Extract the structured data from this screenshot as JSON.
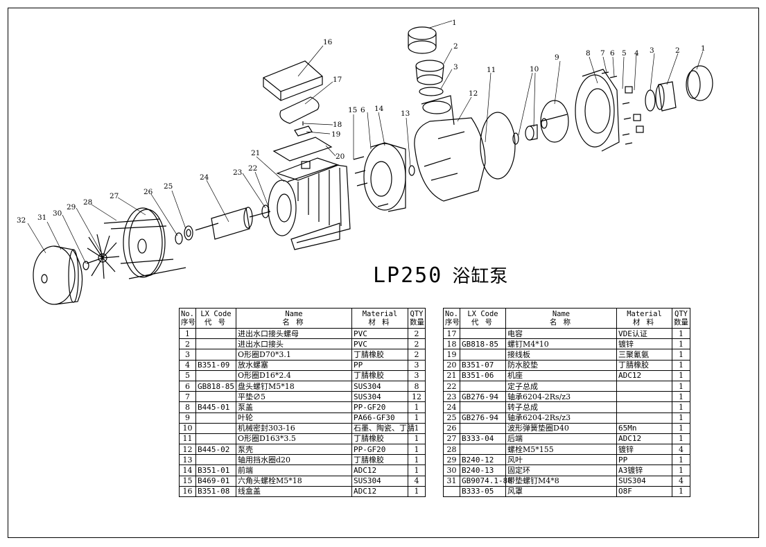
{
  "title": {
    "model": "LP250",
    "name_cn": "浴缸泵"
  },
  "table_headers": {
    "no_en": "No.",
    "no_cn": "序号",
    "code_en": "LX Code",
    "code_cn": "代 号",
    "name_en": "Name",
    "name_cn": "名 称",
    "material_en": "Material",
    "material_cn": "材 料",
    "qty_en": "QTY",
    "qty_cn": "数量"
  },
  "parts_left": [
    {
      "no": "1",
      "code": "",
      "name": "进出水口接头螺母",
      "material": "PVC",
      "qty": "2"
    },
    {
      "no": "2",
      "code": "",
      "name": "进出水口接头",
      "material": "PVC",
      "qty": "2"
    },
    {
      "no": "3",
      "code": "",
      "name": "O形圈D70*3.1",
      "material": "丁腈橡胶",
      "qty": "2"
    },
    {
      "no": "4",
      "code": "B351-09",
      "name": "放水螺塞",
      "material": "PP",
      "qty": "3"
    },
    {
      "no": "5",
      "code": "",
      "name": "O形圈D16*2.4",
      "material": "丁腈橡胶",
      "qty": "3"
    },
    {
      "no": "6",
      "code": "GB818-85",
      "name": "盘头螺钉M5*18",
      "material": "SUS304",
      "qty": "8"
    },
    {
      "no": "7",
      "code": "",
      "name": "平垫∅5",
      "material": "SUS304",
      "qty": "12"
    },
    {
      "no": "8",
      "code": "B445-01",
      "name": "泵盖",
      "material": "PP-GF20",
      "qty": "1"
    },
    {
      "no": "9",
      "code": "",
      "name": "叶轮",
      "material": "PA66-GF30",
      "qty": "1"
    },
    {
      "no": "10",
      "code": "",
      "name": "机械密封303-16",
      "material": "石墨、陶瓷、丁腈",
      "qty": "1"
    },
    {
      "no": "11",
      "code": "",
      "name": "O形圈D163*3.5",
      "material": "丁腈橡胶",
      "qty": "1"
    },
    {
      "no": "12",
      "code": "B445-02",
      "name": "泵壳",
      "material": "PP-GF20",
      "qty": "1"
    },
    {
      "no": "13",
      "code": "",
      "name": "轴用挡水圈d20",
      "material": "丁腈橡胶",
      "qty": "1"
    },
    {
      "no": "14",
      "code": "B351-01",
      "name": "前端",
      "material": "ADC12",
      "qty": "1"
    },
    {
      "no": "15",
      "code": "B469-01",
      "name": "六角头螺栓M5*18",
      "material": "SUS304",
      "qty": "4"
    },
    {
      "no": "16",
      "code": "B351-08",
      "name": "线盒盖",
      "material": "ADC12",
      "qty": "1"
    }
  ],
  "parts_right": [
    {
      "no": "17",
      "code": "",
      "name": "电容",
      "material": "VDE认证",
      "qty": "1"
    },
    {
      "no": "18",
      "code": "GB818-85",
      "name": "螺钉M4*10",
      "material": "镀锌",
      "qty": "1"
    },
    {
      "no": "19",
      "code": "",
      "name": "接线板",
      "material": "三聚氰氨",
      "qty": "1"
    },
    {
      "no": "20",
      "code": "B351-07",
      "name": "防水胶垫",
      "material": "丁腈橡胶",
      "qty": "1"
    },
    {
      "no": "21",
      "code": "B351-06",
      "name": "机座",
      "material": "ADC12",
      "qty": "1"
    },
    {
      "no": "22",
      "code": "",
      "name": "定子总成",
      "material": "",
      "qty": "1"
    },
    {
      "no": "23",
      "code": "GB276-94",
      "name": "轴承6204-2Rs/z3",
      "material": "",
      "qty": "1"
    },
    {
      "no": "24",
      "code": "",
      "name": "转子总成",
      "material": "",
      "qty": "1"
    },
    {
      "no": "25",
      "code": "GB276-94",
      "name": "轴承6204-2Rs/z3",
      "material": "",
      "qty": "1"
    },
    {
      "no": "26",
      "code": "",
      "name": "波形弹簧垫圈D40",
      "material": "65Mn",
      "qty": "1"
    },
    {
      "no": "27",
      "code": "B333-04",
      "name": "后端",
      "material": "ADC12",
      "qty": "1"
    },
    {
      "no": "28",
      "code": "",
      "name": "螺栓M5*155",
      "material": "镀锌",
      "qty": "4"
    },
    {
      "no": "29",
      "code": "B240-12",
      "name": "风叶",
      "material": "PP",
      "qty": "1"
    },
    {
      "no": "30",
      "code": "B240-13",
      "name": "固定环",
      "material": "A3镀锌",
      "qty": "1"
    },
    {
      "no": "31",
      "code": "GB9074.1-88",
      "name": "带垫螺钉M4*8",
      "material": "SUS304",
      "qty": "4"
    },
    {
      "no": "",
      "code": "B333-05",
      "name": "风罩",
      "material": "O8F",
      "qty": "1"
    }
  ],
  "callouts": [
    "1",
    "2",
    "3",
    "4",
    "5",
    "6",
    "7",
    "8",
    "9",
    "10",
    "11",
    "12",
    "13",
    "14",
    "15",
    "16",
    "17",
    "18",
    "19",
    "20",
    "21",
    "22",
    "23",
    "24",
    "25",
    "26",
    "27",
    "28",
    "29",
    "30",
    "31",
    "32"
  ]
}
